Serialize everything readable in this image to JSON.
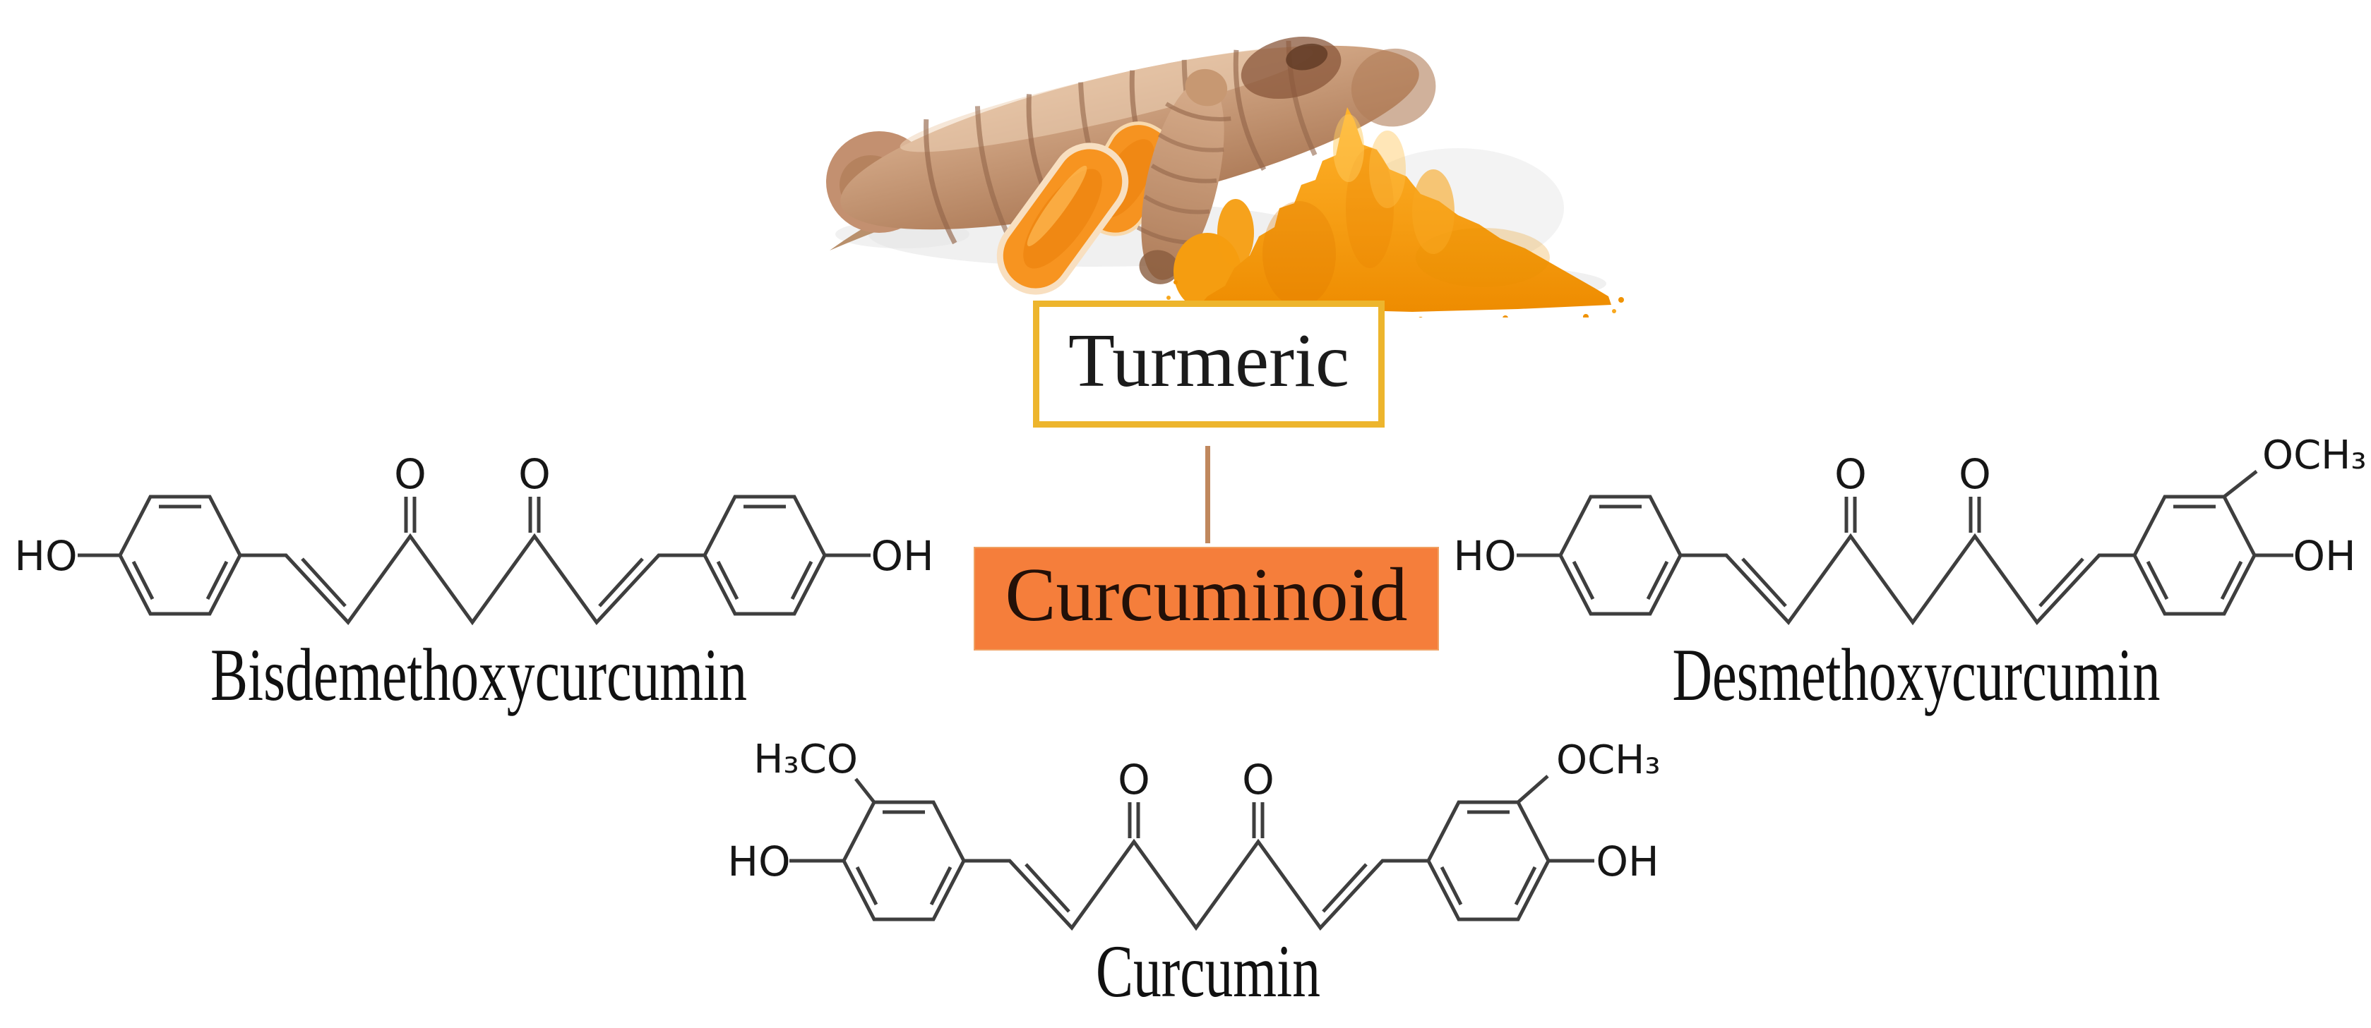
{
  "figure": {
    "background_color": "#FFFFFF",
    "photo": {
      "description": "turmeric rhizomes with cut orange slices and a pile of turmeric powder",
      "colors": {
        "root_tan": "#C79872",
        "root_shadow": "#A97C58",
        "root_ridge": "#8B5E3F",
        "slice_orange": "#F79420",
        "slice_rim": "#F8DFC0",
        "powder_orange": "#F9A414",
        "powder_dark": "#E88300",
        "shadow_gray": "#E3E3E3"
      }
    },
    "turmeric_box": {
      "label": "Turmeric",
      "border_color": "#EDB52D",
      "background": "#FFFFFF",
      "text_color": "#1B1B1B"
    },
    "connector": {
      "color": "#C0885E"
    },
    "curcuminoid_box": {
      "label": "Curcuminoid",
      "background": "#F57E3B",
      "text_color": "#231008"
    }
  },
  "structures": {
    "stroke_color": "#3E3E3E",
    "bisdemethoxycurcumin": {
      "name": "Bisdemethoxycurcumin",
      "atoms": {
        "left": "HO",
        "right": "OH",
        "ketone1": "O",
        "ketone2": "O"
      }
    },
    "desmethoxycurcumin": {
      "name": "Desmethoxycurcumin",
      "atoms": {
        "left": "HO",
        "right": "OH",
        "right_top": "OCH₃",
        "ketone1": "O",
        "ketone2": "O"
      }
    },
    "curcumin": {
      "name": "Curcumin",
      "atoms": {
        "left": "HO",
        "left_top": "H₃CO",
        "right": "OH",
        "right_top": "OCH₃",
        "ketone1": "O",
        "ketone2": "O"
      }
    }
  }
}
